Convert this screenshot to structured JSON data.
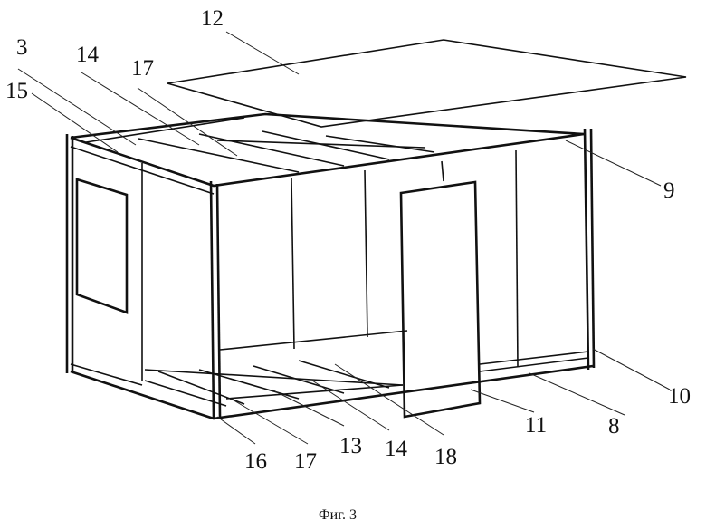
{
  "labels": {
    "l12": "12",
    "l3": "3",
    "l14a": "14",
    "l17a": "17",
    "l15": "15",
    "l9": "9",
    "l10": "10",
    "l8": "8",
    "l11": "11",
    "l16": "16",
    "l17b": "17",
    "l13": "13",
    "l14b": "14",
    "l18": "18"
  },
  "caption": "Фиг. 3"
}
